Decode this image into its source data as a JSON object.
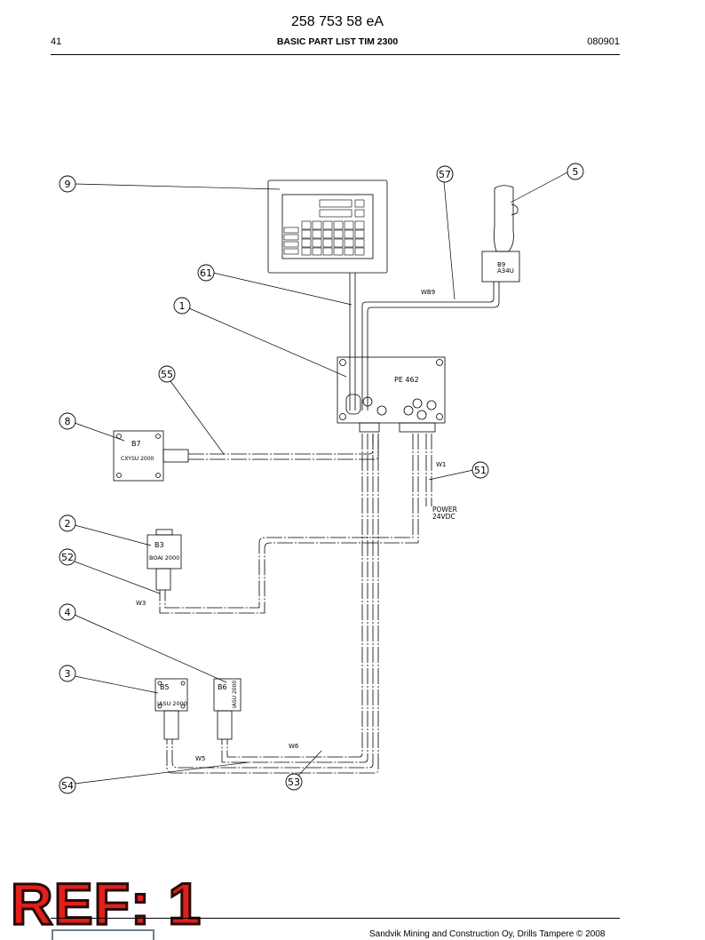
{
  "header": {
    "doc_number": "258 753 58 eA",
    "page": "41",
    "title": "BASIC PART LIST TIM 2300",
    "date": "080901"
  },
  "footer": {
    "copyright": "Sandvik Mining and Construction Oy, Drills Tampere © 2008",
    "stamp": "REF: 1"
  },
  "diagram": {
    "callouts": [
      "9",
      "57",
      "5",
      "61",
      "1",
      "55",
      "8",
      "51",
      "2",
      "52",
      "4",
      "3",
      "54",
      "53"
    ],
    "components": {
      "display_unit": "9",
      "joystick": {
        "code": "B9",
        "name": "A34U"
      },
      "controller": {
        "name": "PE 462"
      },
      "b7": {
        "code": "B7",
        "name": "CXYSU 2000"
      },
      "b3": {
        "code": "B3",
        "name": "BOAI 2000"
      },
      "b5": {
        "code": "B5",
        "name": "IASU 2000"
      },
      "b6": {
        "code": "B6",
        "name": "IASU 2000"
      }
    },
    "wires": {
      "wb9": "WB9",
      "w1": "W1",
      "w3": "W3",
      "w5": "W5",
      "w6": "W6"
    },
    "power": {
      "line1": "POWER",
      "line2": "24VDC"
    }
  }
}
